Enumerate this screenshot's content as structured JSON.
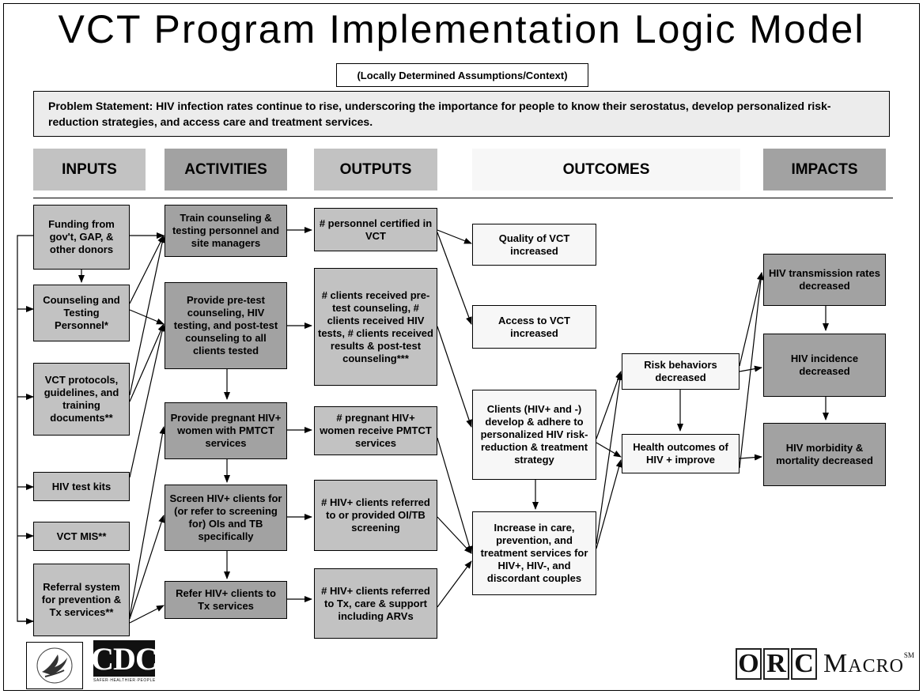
{
  "title": "VCT Program Implementation Logic Model",
  "assumptions": "(Locally Determined Assumptions/Context)",
  "problem": {
    "label": "Problem Statement:",
    "text": " HIV infection rates continue to rise, underscoring the importance for people to know their serostatus,  develop personalized risk-reduction strategies, and access care and treatment services."
  },
  "headers": {
    "inputs": "INPUTS",
    "activities": "ACTIVITIES",
    "outputs": "OUTPUTS",
    "outcomes": "OUTCOMES",
    "impacts": "IMPACTS"
  },
  "inputs": [
    "Funding from gov't, GAP, & other donors",
    "Counseling and Testing Personnel*",
    "VCT protocols, guidelines, and training documents**",
    "HIV test kits",
    "VCT MIS**",
    "Referral system for prevention & Tx services**"
  ],
  "activities": [
    "Train counseling & testing personnel and site managers",
    "Provide pre-test counseling, HIV testing, and post-test counseling to all clients tested",
    "Provide pregnant HIV+ women with PMTCT services",
    "Screen HIV+ clients for (or refer to screening for) OIs and TB specifically",
    "Refer HIV+ clients to Tx services"
  ],
  "outputs": [
    "# personnel certified in VCT",
    "# clients received pre-test counseling, # clients received HIV tests, # clients received results & post-test counseling***",
    "# pregnant HIV+ women receive PMTCT services",
    "# HIV+ clients referred to or provided OI/TB screening",
    "#  HIV+ clients referred to Tx, care & support including ARVs"
  ],
  "outcomes": [
    "Quality of VCT increased",
    "Access to VCT increased",
    "Clients (HIV+ and -) develop & adhere to personalized HIV risk-reduction & treatment strategy",
    "Increase in care, prevention, and treatment services for HIV+, HIV-, and discordant couples",
    "Risk behaviors decreased",
    "Health outcomes of HIV + improve"
  ],
  "impacts": [
    "HIV transmission rates decreased",
    "HIV incidence decreased",
    "HIV morbidity & mortality decreased"
  ],
  "logos": {
    "cdc": "CDC",
    "cdc_tagline": "SAFER·HEALTHIER·PEOPLE",
    "orc_letters": [
      "O",
      "R",
      "C"
    ],
    "macro": "Macro",
    "sm": "SM"
  }
}
